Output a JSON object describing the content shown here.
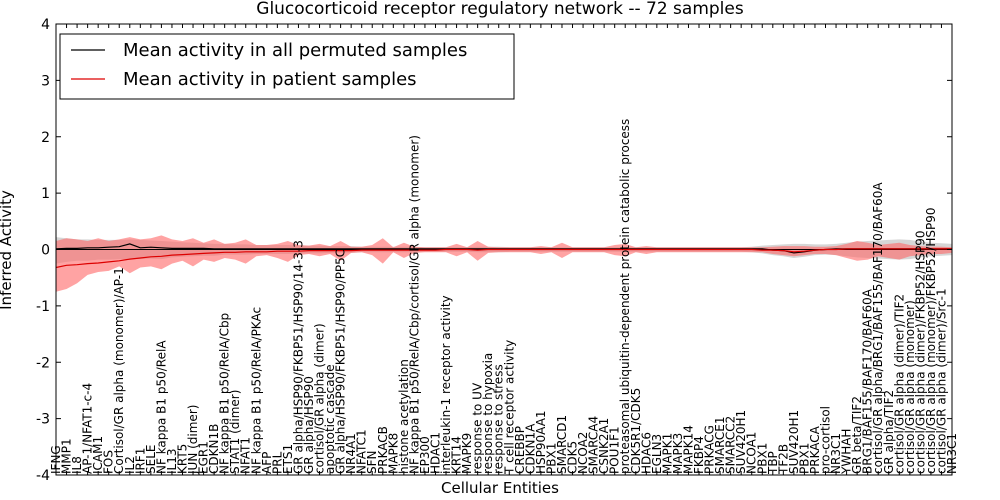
{
  "chart_data": {
    "type": "area",
    "title": "Glucocorticoid receptor regulatory network -- 72 samples",
    "xlabel": "Cellular Entities",
    "ylabel": "Inferred Activity",
    "ylim": [
      -4,
      4
    ],
    "yticks": [
      -4,
      -3,
      -2,
      -1,
      0,
      1,
      2,
      3,
      4
    ],
    "grid": false,
    "legend_position": "top-left",
    "zero_line": true,
    "colors": {
      "permuted_line": "#000000",
      "permuted_band": "#c8c8c8",
      "patient_line": "#dd0000",
      "patient_band": "#ff6666"
    },
    "categories": [
      "IFNG",
      "MMP1",
      "IL8",
      "AP-1/NFAT1-c-4",
      "ICAM1",
      "FOS",
      "Cortisol/GR alpha (monomer)/AP-1",
      "IL2",
      "IRF1",
      "SELE",
      "NF kappa B1 p50/RelA",
      "IL13",
      "KRT5",
      "JUN (dimer)",
      "EGR1",
      "CDKN1B",
      "NF kappa B1 p50/RelA/Cbp",
      "STAT1 (dimer)",
      "NFAT1",
      "NF kappa B1 p50/RelA/PKAc",
      "AFP",
      "PRL",
      "ETS1",
      "GR alpha/HSP90/FKBP51/HSP90/14-3-3",
      "GR alpha/HSP90",
      "cortisol/GR alpha (dimer)",
      "apoptotic cascade",
      "GR alpha/HSP90/FKBP51/HSP90/PP5C",
      "NR4A1",
      "NFATC1",
      "SFN",
      "PRKACB",
      "MAPK8",
      "histone acetylation",
      "NF kappa B1 p50/RelA/Cbp/cortisol/GR alpha (monomer)",
      "EP300",
      "HDAC1",
      "interleukin-1 receptor activity",
      "KRT14",
      "MAPK9",
      "response to UV",
      "response to hypoxia",
      "response to stress",
      "T cell receptor activity",
      "CREBBP",
      "CDKN1A",
      "HSP90AA1",
      "PBX1",
      "SMARCD1",
      "CDK5",
      "NCOA2",
      "SMARCA4",
      "CSNK2A1",
      "POU1F1",
      "proteasomal ubiquitin-dependent protein catabolic process",
      "CDK5R1/CDK5",
      "HDAC6",
      "EGLN3",
      "MAPK1",
      "MAPK3",
      "MAPK14",
      "FKBP4",
      "PRKACG",
      "SMARCE1",
      "SMARCC2",
      "SUV420H1",
      "NCOA1",
      "PBX1",
      "TBP",
      "TF2B",
      "SUV420H1",
      "PBX1",
      "PRKACA",
      "pro-cortisol",
      "NR3C1",
      "YWHAH",
      "GR beta/TIF2",
      "BRG1/BAF155/BAF170/BAF60A",
      "cortisol/GR alpha/BRG1/BAF155/BAF170/BAF60A",
      "GR alpha/TIF2",
      "cortisol/GR alpha (dimer)/TIF2",
      "cortisol/GR alpha (monomer)",
      "cortisol/GR alpha (dimer)/FKBP52/HSP90",
      "cortisol/GR alpha (monomer)/FKBP52/HSP90",
      "cortisol/GR alpha (dimer)/Src-1",
      "NR3C1"
    ],
    "series": [
      {
        "name": "Mean activity in all permuted samples",
        "values": [
          0.01,
          0.02,
          0.02,
          0.03,
          0.03,
          0.04,
          0.05,
          0.1,
          0.03,
          0.04,
          0.03,
          0.02,
          0.02,
          0.02,
          0.02,
          0.01,
          0.01,
          0.01,
          0.01,
          0.01,
          0.01,
          0.01,
          0.01,
          0.01,
          0.01,
          0.01,
          0.01,
          0.01,
          0.01,
          0.01,
          0.01,
          0.01,
          0.01,
          0.01,
          0.01,
          0.01,
          0.01,
          0.01,
          0.01,
          0.01,
          0.01,
          0.01,
          0.01,
          0.01,
          0.01,
          0.01,
          0.01,
          0.01,
          0.01,
          0.01,
          0.01,
          0.01,
          0.01,
          0.01,
          0.01,
          0.01,
          0.01,
          0.01,
          0.01,
          0.01,
          0.01,
          0.01,
          0.01,
          0.01,
          0.01,
          0.01,
          0.01,
          0.01,
          -0.01,
          -0.02,
          -0.06,
          -0.04,
          -0.01,
          0.0,
          0.01,
          0.01,
          0.01,
          0.01,
          0.01,
          0.01,
          0.01,
          0.01,
          0.01,
          0.01,
          0.01,
          0.01
        ],
        "lower": [
          -0.25,
          -0.22,
          -0.2,
          -0.2,
          -0.18,
          -0.18,
          -0.17,
          -0.17,
          -0.17,
          -0.16,
          -0.17,
          -0.14,
          -0.13,
          -0.12,
          -0.11,
          -0.11,
          -0.09,
          -0.09,
          -0.09,
          -0.08,
          -0.08,
          -0.08,
          -0.08,
          -0.07,
          -0.07,
          -0.07,
          -0.06,
          -0.06,
          -0.06,
          -0.05,
          -0.05,
          -0.05,
          -0.05,
          -0.05,
          -0.05,
          -0.04,
          -0.04,
          -0.04,
          -0.04,
          -0.04,
          -0.05,
          -0.05,
          -0.05,
          -0.04,
          -0.04,
          -0.04,
          -0.04,
          -0.04,
          -0.04,
          -0.04,
          -0.04,
          -0.04,
          -0.04,
          -0.04,
          -0.04,
          -0.04,
          -0.04,
          -0.04,
          -0.04,
          -0.04,
          -0.04,
          -0.04,
          -0.04,
          -0.04,
          -0.04,
          -0.04,
          -0.05,
          -0.07,
          -0.1,
          -0.12,
          -0.15,
          -0.13,
          -0.1,
          -0.09,
          -0.1,
          -0.12,
          -0.14,
          -0.15,
          -0.16,
          -0.17,
          -0.18,
          -0.17,
          -0.14,
          -0.12,
          -0.11,
          -0.1
        ],
        "upper": [
          0.22,
          0.2,
          0.18,
          0.18,
          0.17,
          0.17,
          0.17,
          0.18,
          0.17,
          0.16,
          0.15,
          0.14,
          0.13,
          0.12,
          0.11,
          0.1,
          0.1,
          0.09,
          0.09,
          0.08,
          0.08,
          0.08,
          0.08,
          0.07,
          0.07,
          0.07,
          0.06,
          0.06,
          0.06,
          0.05,
          0.05,
          0.05,
          0.05,
          0.05,
          0.05,
          0.04,
          0.04,
          0.04,
          0.04,
          0.04,
          0.05,
          0.05,
          0.05,
          0.04,
          0.04,
          0.04,
          0.04,
          0.04,
          0.04,
          0.04,
          0.04,
          0.04,
          0.04,
          0.04,
          0.04,
          0.04,
          0.04,
          0.04,
          0.04,
          0.04,
          0.04,
          0.04,
          0.04,
          0.04,
          0.04,
          0.04,
          0.05,
          0.07,
          0.08,
          0.09,
          0.1,
          0.1,
          0.09,
          0.09,
          0.1,
          0.12,
          0.14,
          0.15,
          0.16,
          0.17,
          0.18,
          0.17,
          0.14,
          0.12,
          0.11,
          0.1
        ]
      },
      {
        "name": "Mean activity in patient samples",
        "values": [
          -0.32,
          -0.28,
          -0.27,
          -0.25,
          -0.24,
          -0.22,
          -0.2,
          -0.17,
          -0.15,
          -0.13,
          -0.12,
          -0.1,
          -0.09,
          -0.08,
          -0.07,
          -0.06,
          -0.05,
          -0.05,
          -0.04,
          -0.04,
          -0.04,
          -0.03,
          -0.03,
          -0.03,
          -0.02,
          -0.02,
          -0.02,
          -0.02,
          -0.02,
          -0.01,
          -0.01,
          -0.01,
          -0.01,
          -0.01,
          -0.01,
          -0.01,
          -0.01,
          0.0,
          0.0,
          0.0,
          -0.01,
          0.0,
          0.0,
          0.0,
          0.0,
          0.0,
          0.0,
          0.0,
          0.0,
          0.0,
          0.0,
          0.0,
          0.0,
          0.0,
          0.0,
          0.0,
          0.0,
          0.0,
          0.0,
          0.0,
          0.0,
          0.0,
          0.0,
          0.0,
          0.0,
          0.0,
          0.0,
          -0.01,
          -0.01,
          -0.02,
          -0.04,
          -0.03,
          -0.01,
          0.0,
          0.0,
          0.01,
          0.01,
          0.01,
          0.01,
          0.01,
          0.01,
          0.01,
          0.01,
          0.01,
          0.01,
          0.01
        ],
        "lower": [
          -0.75,
          -0.7,
          -0.6,
          -0.45,
          -0.4,
          -0.38,
          -0.3,
          -0.42,
          -0.32,
          -0.3,
          -0.35,
          -0.25,
          -0.2,
          -0.3,
          -0.18,
          -0.22,
          -0.15,
          -0.18,
          -0.25,
          -0.12,
          -0.1,
          -0.15,
          -0.22,
          -0.1,
          -0.08,
          -0.12,
          -0.08,
          -0.2,
          -0.06,
          -0.05,
          -0.1,
          -0.25,
          -0.05,
          -0.15,
          -0.06,
          -0.05,
          -0.05,
          -0.05,
          -0.12,
          -0.05,
          -0.2,
          -0.06,
          -0.05,
          -0.05,
          -0.05,
          -0.05,
          -0.08,
          -0.05,
          -0.15,
          -0.05,
          -0.05,
          -0.05,
          -0.05,
          -0.1,
          -0.12,
          -0.05,
          -0.08,
          -0.05,
          -0.05,
          -0.05,
          -0.05,
          -0.05,
          -0.05,
          -0.05,
          -0.05,
          -0.05,
          -0.05,
          -0.05,
          -0.08,
          -0.1,
          -0.12,
          -0.1,
          -0.08,
          -0.08,
          -0.1,
          -0.15,
          -0.2,
          -0.18,
          -0.12,
          -0.15,
          -0.18,
          -0.12,
          -0.1,
          -0.08,
          -0.08,
          -0.06
        ],
        "upper": [
          0.15,
          0.2,
          0.18,
          0.15,
          0.2,
          0.15,
          0.18,
          0.22,
          0.18,
          0.2,
          0.25,
          0.18,
          0.15,
          0.2,
          0.12,
          0.18,
          0.1,
          0.12,
          0.18,
          0.08,
          0.08,
          0.1,
          0.15,
          0.08,
          0.07,
          0.1,
          0.06,
          0.15,
          0.05,
          0.05,
          0.08,
          0.2,
          0.04,
          0.12,
          0.05,
          0.04,
          0.04,
          0.04,
          0.1,
          0.04,
          0.15,
          0.05,
          0.04,
          0.04,
          0.04,
          0.04,
          0.06,
          0.04,
          0.12,
          0.04,
          0.04,
          0.04,
          0.04,
          0.08,
          0.1,
          0.04,
          0.06,
          0.04,
          0.04,
          0.04,
          0.04,
          0.04,
          0.04,
          0.04,
          0.04,
          0.04,
          0.04,
          0.04,
          0.05,
          0.06,
          0.06,
          0.06,
          0.05,
          0.05,
          0.06,
          0.1,
          0.15,
          0.12,
          0.08,
          0.1,
          0.12,
          0.08,
          0.06,
          0.05,
          0.05,
          0.04
        ]
      }
    ]
  }
}
